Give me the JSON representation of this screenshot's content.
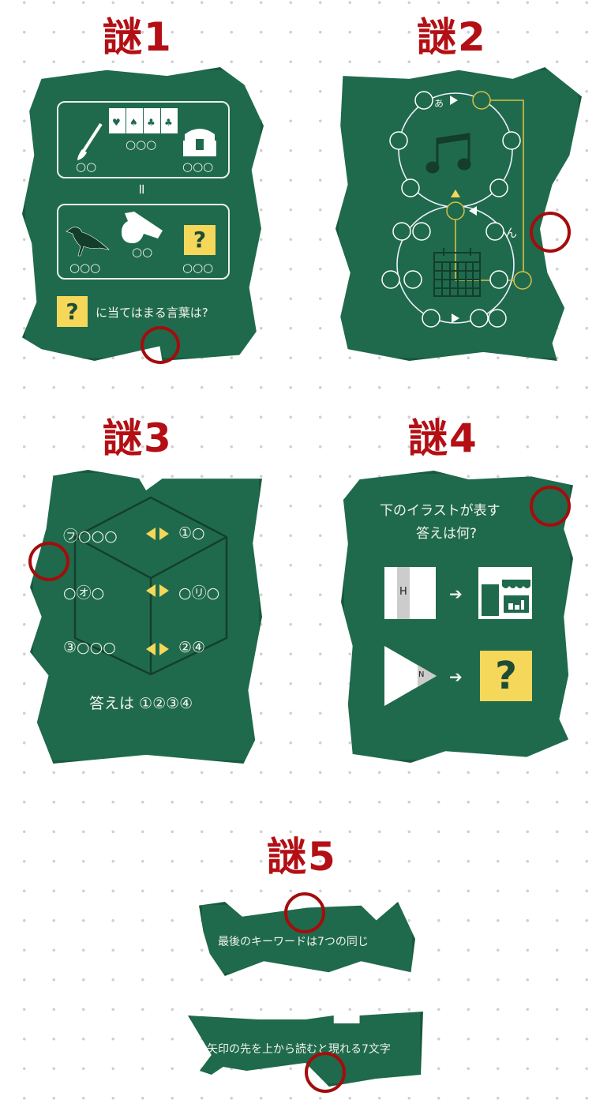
{
  "puzzles": [
    {
      "title": "謎1",
      "row1": {
        "brush": "○○",
        "cards": "○○○",
        "chest": "○○○"
      },
      "equals": "=",
      "row2": {
        "crow": "○○○",
        "whistle": "○○",
        "unknown": "○○○"
      },
      "question_mark": "?",
      "prompt": "に当てはまる言葉は?"
    },
    {
      "title": "謎2",
      "start_kana": "あ",
      "end_kana": "ん"
    },
    {
      "title": "謎3",
      "rows": [
        {
          "left": "㋫○○○",
          "right": "①○"
        },
        {
          "left": "○㋔○",
          "right": "○㋷○"
        },
        {
          "left": "③○○○",
          "right": "②④"
        }
      ],
      "answer": "答えは ①②③④"
    },
    {
      "title": "謎4",
      "prompt_line1": "下のイラストが表す",
      "prompt_line2": "答えは何?",
      "label_h": "H",
      "label_n": "N",
      "arrow": "➔",
      "question_mark": "?"
    },
    {
      "title": "謎5",
      "hint1": "最後のキーワードは7つの同じ",
      "hint2": "矢印の先を上から読むと現れる7文字"
    }
  ],
  "colors": {
    "panel": "#1f6a4c",
    "title": "#b30f14",
    "accent": "#f5d75a",
    "ring": "#a50c0c"
  }
}
